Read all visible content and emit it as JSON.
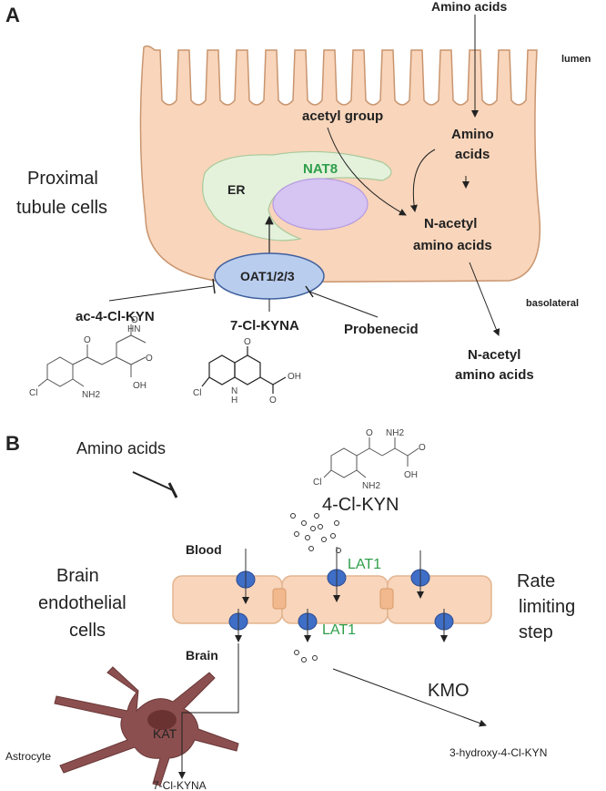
{
  "panel_a": {
    "letter": "A",
    "amino_acids_top": "Amino acids",
    "lumen": "lumen",
    "acetyl_group": "acetyl group",
    "amino_acids_mid_1": "Amino",
    "amino_acids_mid_2": "acids",
    "nat8": "NAT8",
    "er": "ER",
    "proximal_1": "Proximal",
    "proximal_2": "tubule cells",
    "n_acetyl_in_1": "N-acetyl",
    "n_acetyl_in_2": "amino acids",
    "oat": "OAT1/2/3",
    "basolateral": "basolateral",
    "ac4clkyn": "ac-4-Cl-KYN",
    "kyna7cl": "7-Cl-KYNA",
    "probenecid": "Probenecid",
    "n_acetyl_out_1": "N-acetyl",
    "n_acetyl_out_2": "amino acids",
    "chem_ac4clkyn": [
      "HN",
      "O",
      "Cl",
      "NH2",
      "OH",
      "O",
      "O"
    ],
    "chem_7clkyna": [
      "O",
      "Cl",
      "N",
      "H",
      "O",
      "OH"
    ]
  },
  "panel_b": {
    "letter": "B",
    "amino_acids": "Amino acids",
    "kyn4cl": "4-Cl-KYN",
    "blood": "Blood",
    "lat1_top": "LAT1",
    "lat1_bottom": "LAT1",
    "brain_endo_1": "Brain",
    "brain_endo_2": "endothelial",
    "brain_endo_3": "cells",
    "rate_1": "Rate",
    "rate_2": "limiting",
    "rate_3": "step",
    "brain": "Brain",
    "kmo": "KMO",
    "kat": "KAT",
    "astrocyte": "Astrocyte",
    "hydroxy": "3-hydroxy-4-Cl-KYN",
    "kyna7cl": "7-Cl-KYNA",
    "chem_4clkyn": [
      "NH2",
      "O",
      "OH",
      "O",
      "Cl",
      "NH2"
    ]
  },
  "colors": {
    "cell_fill": "#f8d5bb",
    "cell_stroke": "#c9956f",
    "er_fill": "#e4f2dc",
    "nucleus_fill": "#d6c4f3",
    "transporter_fill": "#3f6ec7",
    "oat_fill": "#b9cdee",
    "astrocyte_fill": "#8c4f4f",
    "label_green": "#2e9e4a"
  }
}
